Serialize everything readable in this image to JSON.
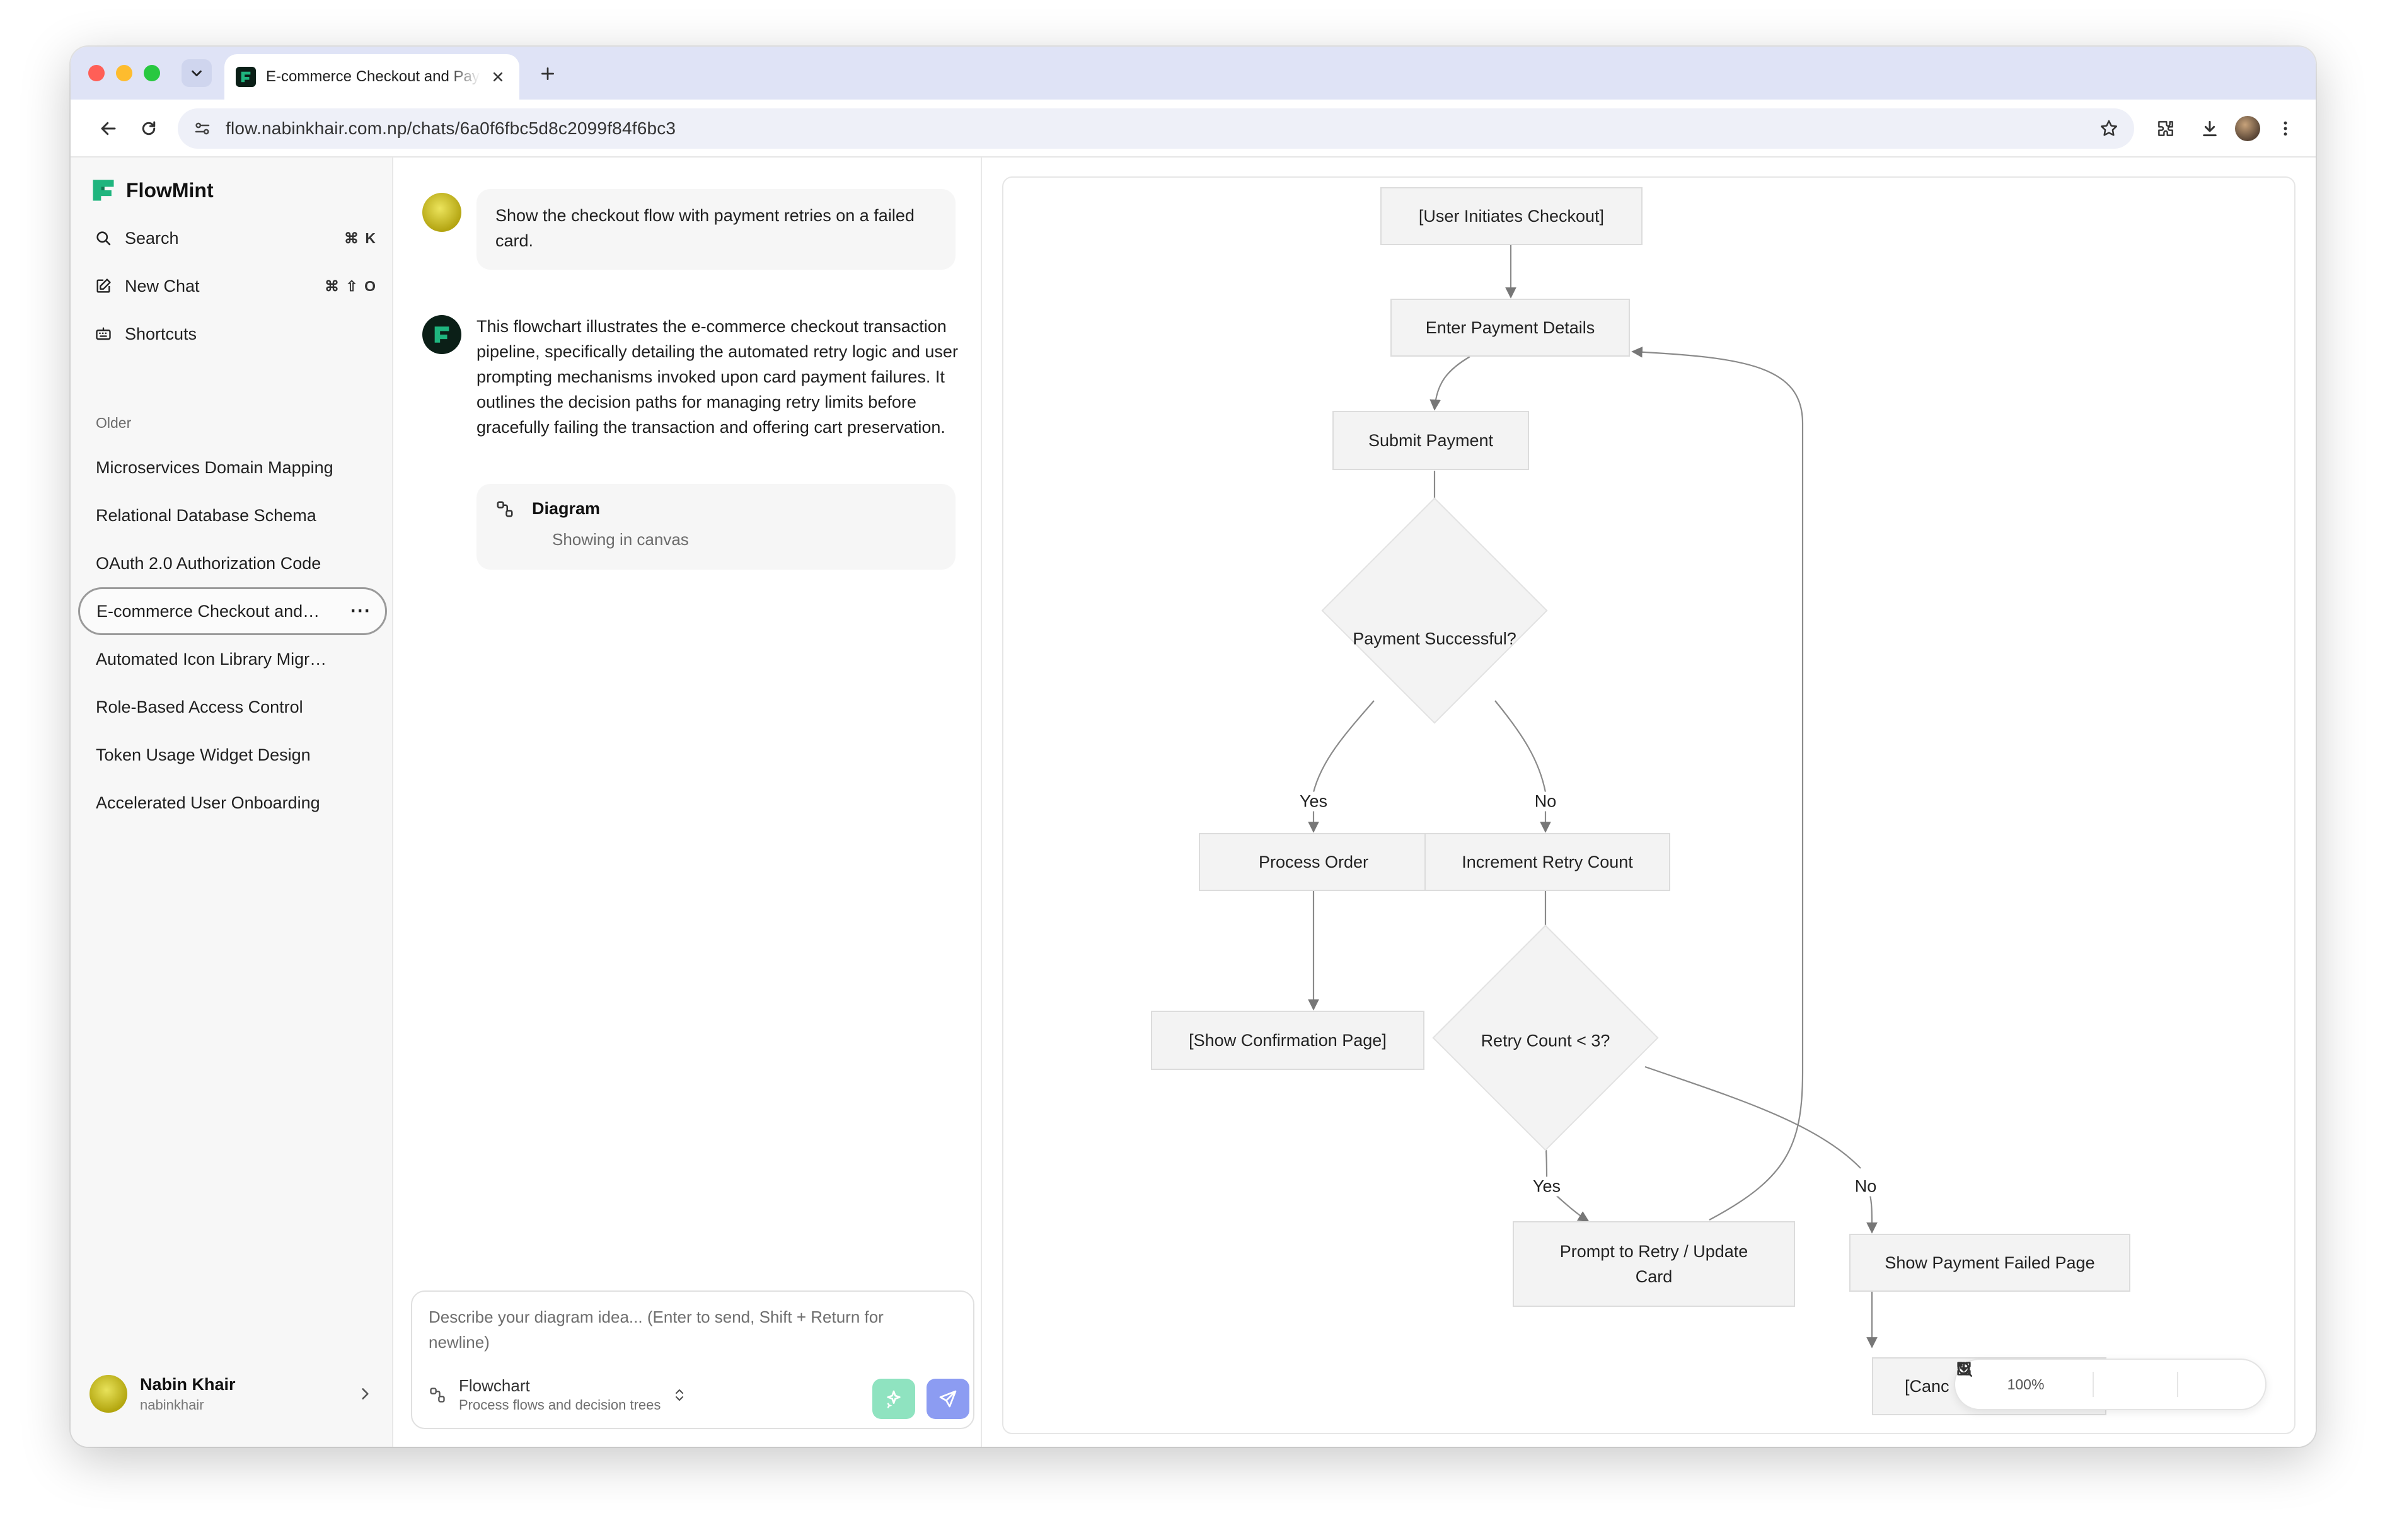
{
  "browser": {
    "tab_title": "E-commerce Checkout and Payment",
    "url": "flow.nabinkhair.com.np/chats/6a0f6fbc5d8c2099f84f6bc3"
  },
  "sidebar": {
    "brand": "FlowMint",
    "nav": [
      {
        "label": "Search",
        "shortcut": "⌘ K",
        "icon": "search-icon"
      },
      {
        "label": "New Chat",
        "shortcut": "⌘ ⇧ O",
        "icon": "edit-icon"
      },
      {
        "label": "Shortcuts",
        "icon": "keyboard-icon"
      }
    ],
    "section_label": "Older",
    "history": [
      "Microservices Domain Mapping",
      "Relational Database Schema",
      "OAuth 2.0 Authorization Code",
      "E-commerce Checkout and Payment",
      "Automated Icon Library Migration",
      "Role-Based Access Control",
      "Token Usage Widget Design",
      "Accelerated User Onboarding"
    ],
    "active_index": 3,
    "more_label": "···",
    "user": {
      "name": "Nabin Khair",
      "handle": "nabinkhair"
    }
  },
  "chat": {
    "user_message": "Show the checkout flow with payment retries on a failed card.",
    "assistant_message": "This flowchart illustrates the e-commerce checkout transaction pipeline, specifically detailing the automated retry logic and user prompting mechanisms invoked upon card payment failures. It outlines the decision paths for managing retry limits before gracefully failing the transaction and offering cart preservation.",
    "artifact": {
      "title": "Diagram",
      "subtitle": "Showing in canvas"
    },
    "composer": {
      "placeholder": "Describe your diagram idea... (Enter to send, Shift + Return for newline)",
      "mode_name": "Flowchart",
      "mode_desc": "Process flows and decision trees"
    }
  },
  "diagram": {
    "nodes": {
      "start": "[User Initiates Checkout]",
      "enter": "Enter Payment Details",
      "submit": "Submit Payment",
      "success": "Payment Successful?",
      "process": "Process Order",
      "increment": "Increment Retry Count",
      "confirm": "[Show Confirmation Page]",
      "retry_check": "Retry Count < 3?",
      "prompt": "Prompt to Retry / Update Card",
      "failed": "Show Payment Failed Page",
      "cancel": "[Canc"
    },
    "edges": {
      "yes": "Yes",
      "no": "No"
    },
    "zoom": "100%"
  },
  "colors": {
    "brand": "#1fb57e",
    "enhance": "#8fe3c0",
    "send": "#8c9cf2"
  }
}
